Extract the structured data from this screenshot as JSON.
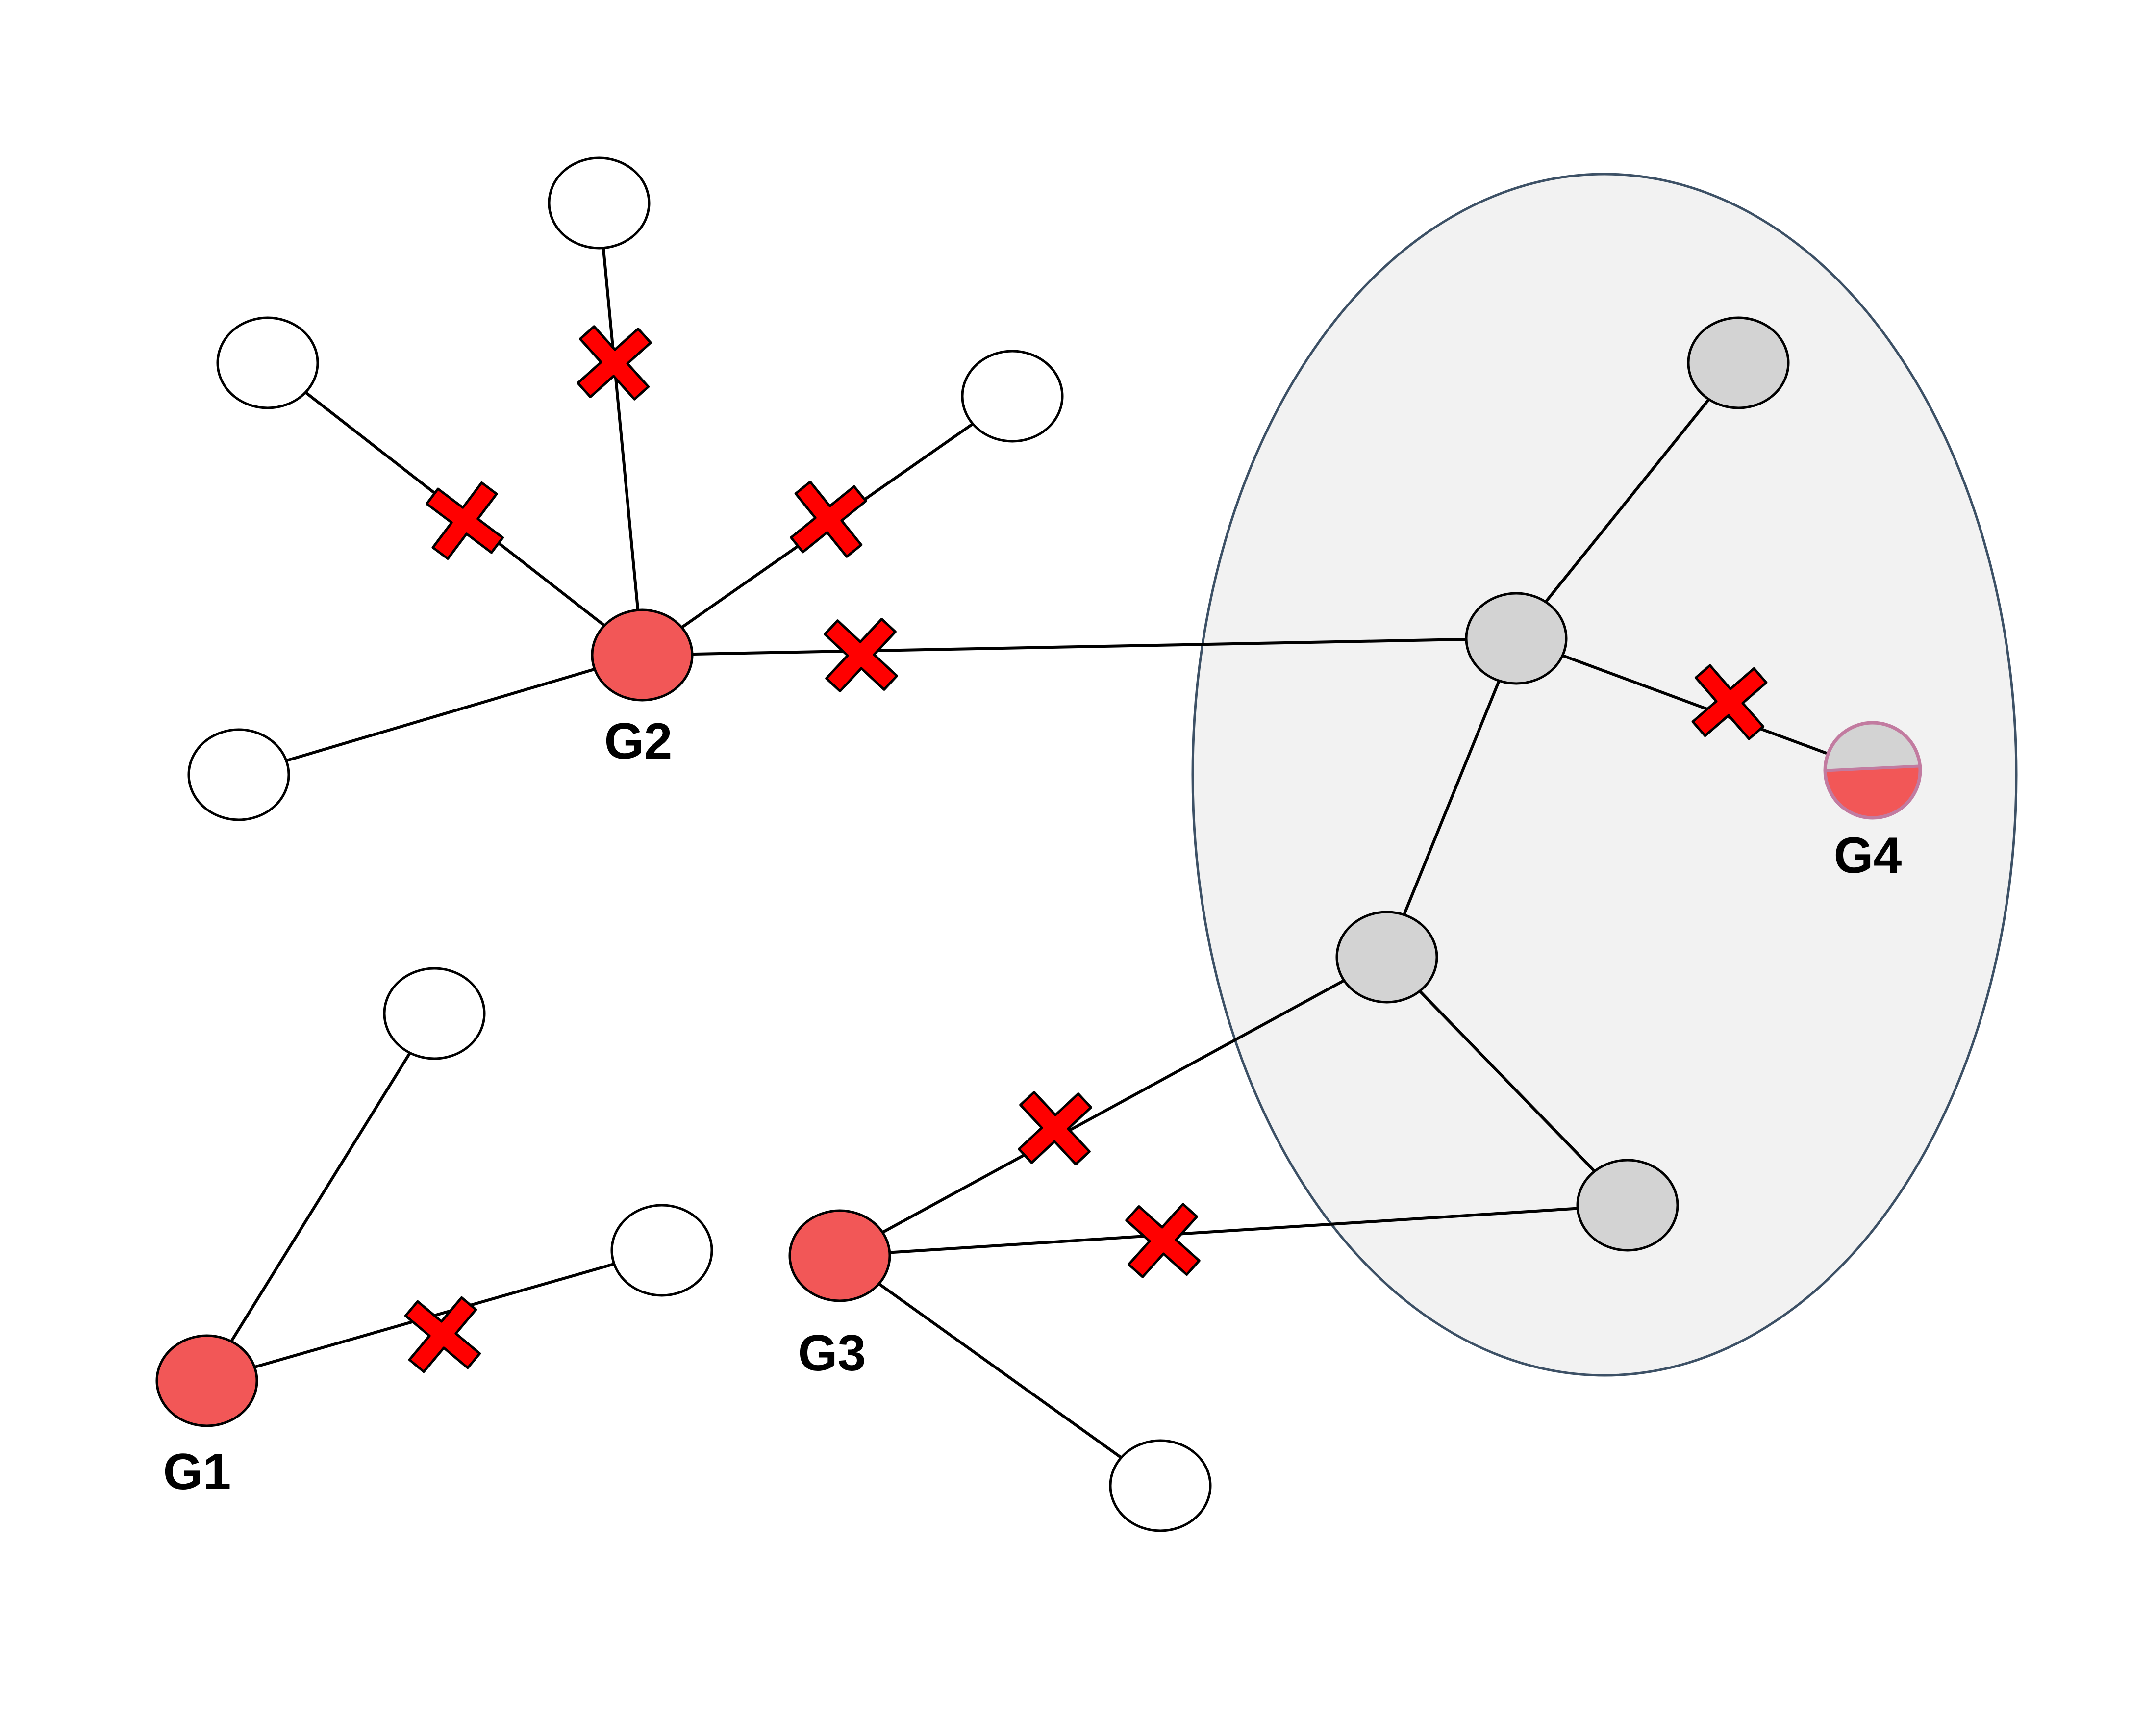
{
  "colors": {
    "background": "#ffffff",
    "edge": "#000000",
    "node_outline": "#000000",
    "open_node_fill": "#ffffff",
    "gateway_node_fill": "#f25757",
    "cluster_node_fill": "#d3d3d3",
    "cluster_region_fill": "#f2f2f2",
    "cluster_region_stroke": "#3d5166",
    "cut_mark_fill": "#ff0000",
    "mixed_node_stroke": "#c27ba0"
  },
  "icons": {
    "cut_mark": "cross-mark-icon"
  },
  "labels": {
    "g1": "G1",
    "g2": "G2",
    "g3": "G3",
    "g4": "G4"
  }
}
